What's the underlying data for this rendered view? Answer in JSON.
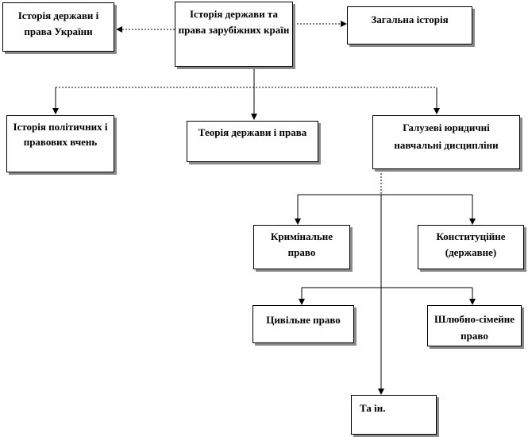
{
  "diagram": {
    "nodes": {
      "main": "Історія держави та права зарубіжних країн",
      "ukraine": "Історія держави і права України",
      "general": "Загальна історія",
      "political": "Історія політичних і правових вчень",
      "theory": "Теорія держави і права",
      "branch": "Галузеві юридичні навчальні дисципліни",
      "criminal": "Кримінальне право",
      "constitutional": "Конституційне (державне)",
      "civil": "Цивільне право",
      "family": "Шлюбно-сімейне право",
      "other": "Та ін."
    },
    "edges": [
      {
        "from": "main",
        "to": "ukraine"
      },
      {
        "from": "main",
        "to": "general"
      },
      {
        "from": "main",
        "to": "political"
      },
      {
        "from": "main",
        "to": "theory"
      },
      {
        "from": "main",
        "to": "branch"
      },
      {
        "from": "branch",
        "to": "criminal"
      },
      {
        "from": "branch",
        "to": "constitutional"
      },
      {
        "from": "branch",
        "to": "civil"
      },
      {
        "from": "branch",
        "to": "family"
      },
      {
        "from": "branch",
        "to": "other"
      }
    ],
    "colors": {
      "line": "#000000",
      "box_border": "#000000",
      "shadow": "#8a8a8a",
      "background": "#ffffff"
    }
  }
}
